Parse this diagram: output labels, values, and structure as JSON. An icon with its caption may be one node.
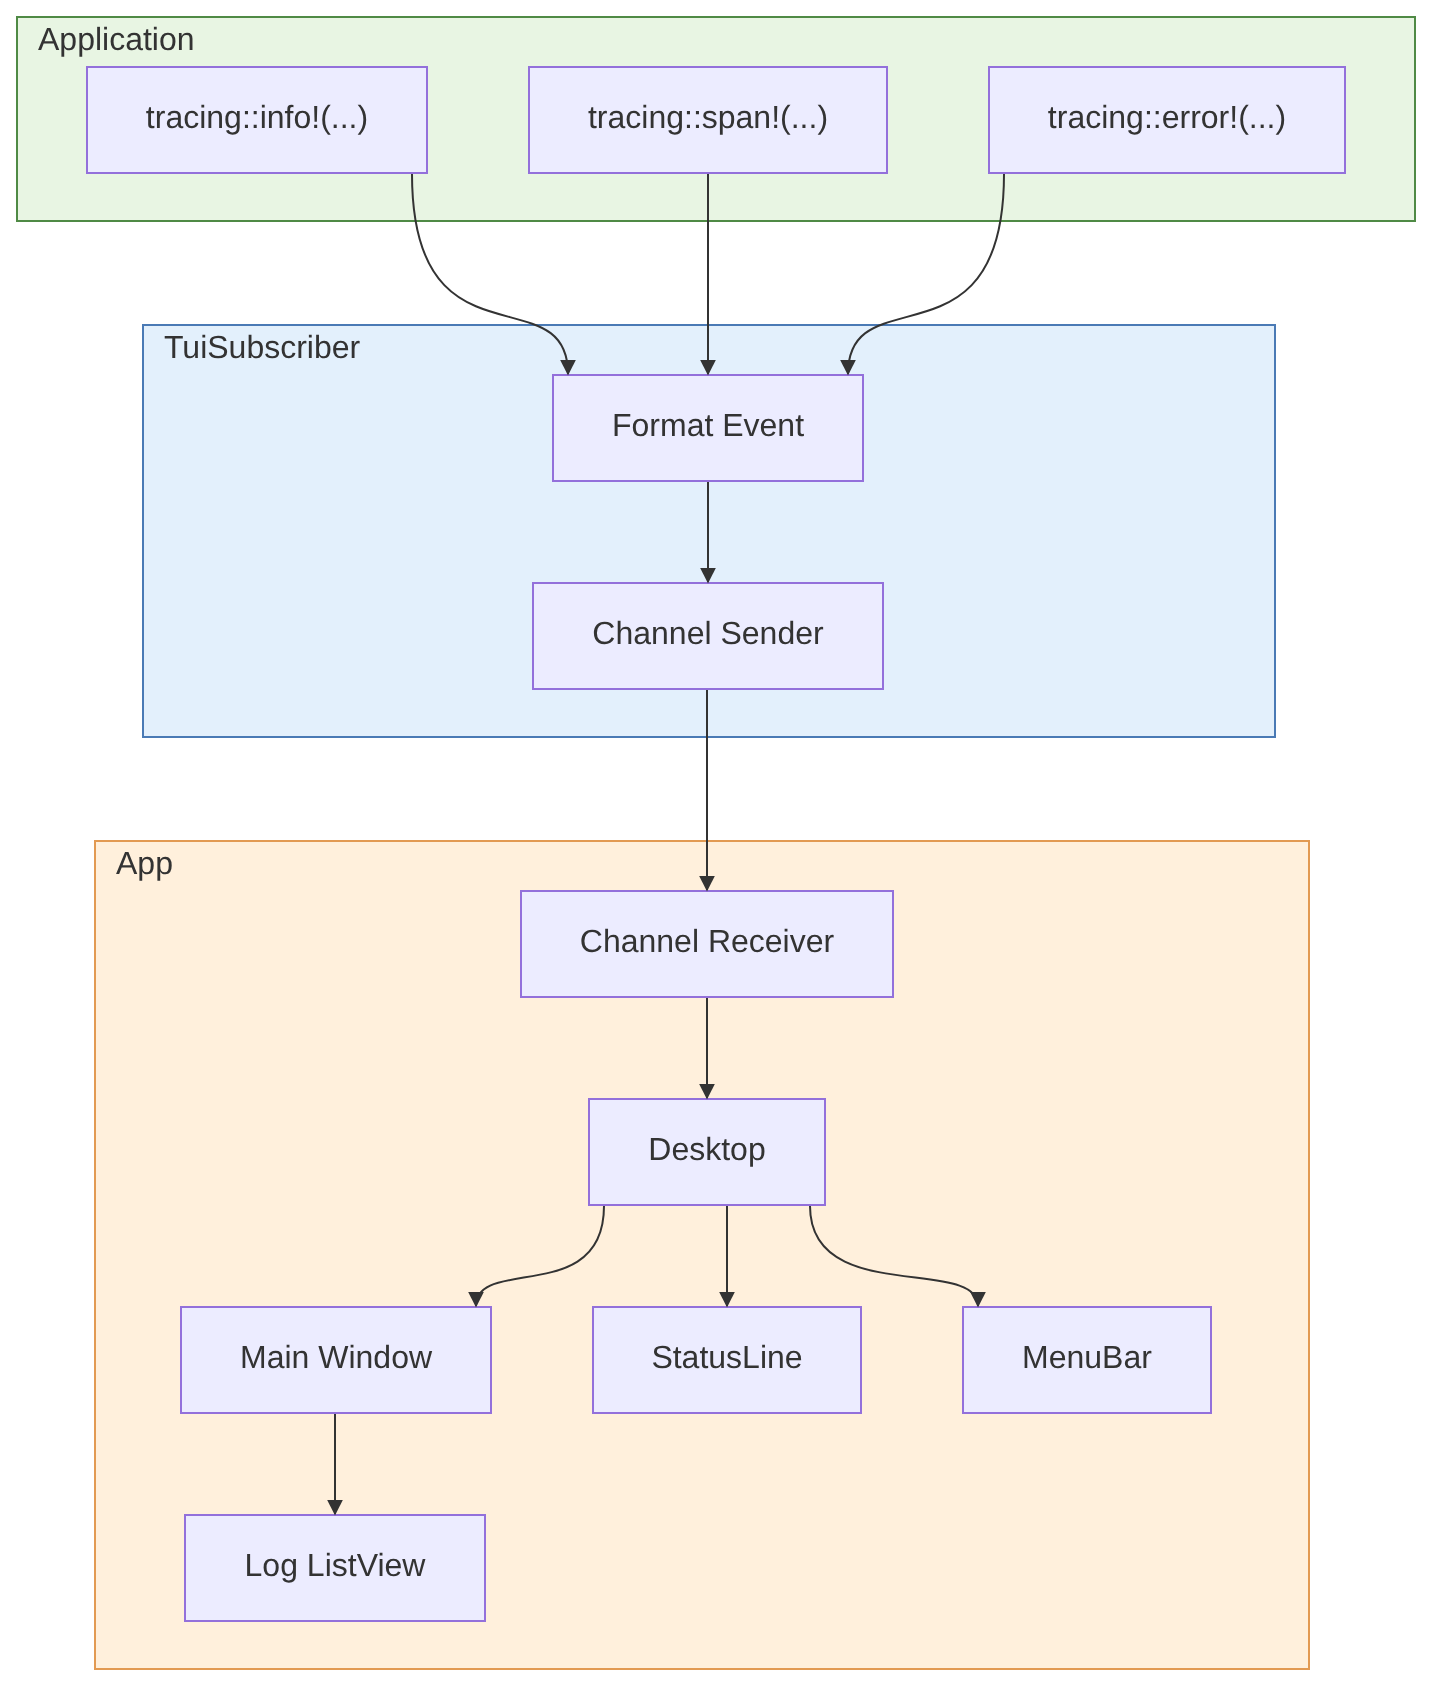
{
  "diagram": {
    "nodes": [
      {
        "text": [
          "Application"
        ]
      },
      {
        "text": [
          "tracing::info!(...)"
        ],
        "in": 0
      },
      {
        "text": [
          "tracing::span!(...)"
        ],
        "in": 0
      },
      {
        "text": [
          "tracing::error!(...)"
        ],
        "in": 0
      },
      {
        "text": [
          "TuiSubscriber"
        ]
      },
      {
        "text": [
          "Format Event"
        ],
        "in": 4
      },
      {
        "text": [
          "Channel Sender"
        ],
        "in": 4
      },
      {
        "text": [
          "App"
        ]
      },
      {
        "text": [
          "Channel Receiver"
        ],
        "in": 7
      },
      {
        "text": [
          "Desktop"
        ],
        "in": 7
      },
      {
        "text": [
          "Main Window"
        ],
        "in": 7
      },
      {
        "text": [
          "StatusLine"
        ],
        "in": 7
      },
      {
        "text": [
          "MenuBar"
        ],
        "in": 7
      },
      {
        "text": [
          "Log ListView"
        ],
        "in": 7
      }
    ],
    "edges": [
      {
        "from": 1,
        "to": 5,
        "arrow": "to"
      },
      {
        "from": 2,
        "to": 5,
        "arrow": "to"
      },
      {
        "from": 3,
        "to": 5,
        "arrow": "to"
      },
      {
        "from": 5,
        "to": 6,
        "arrow": "to"
      },
      {
        "from": 6,
        "to": 8,
        "arrow": "to"
      },
      {
        "from": 8,
        "to": 9,
        "arrow": "to"
      },
      {
        "from": 9,
        "to": 10,
        "arrow": "to"
      },
      {
        "from": 9,
        "to": 11,
        "arrow": "to"
      },
      {
        "from": 9,
        "to": 12,
        "arrow": "to"
      },
      {
        "from": 10,
        "to": 13,
        "arrow": "to"
      }
    ]
  }
}
